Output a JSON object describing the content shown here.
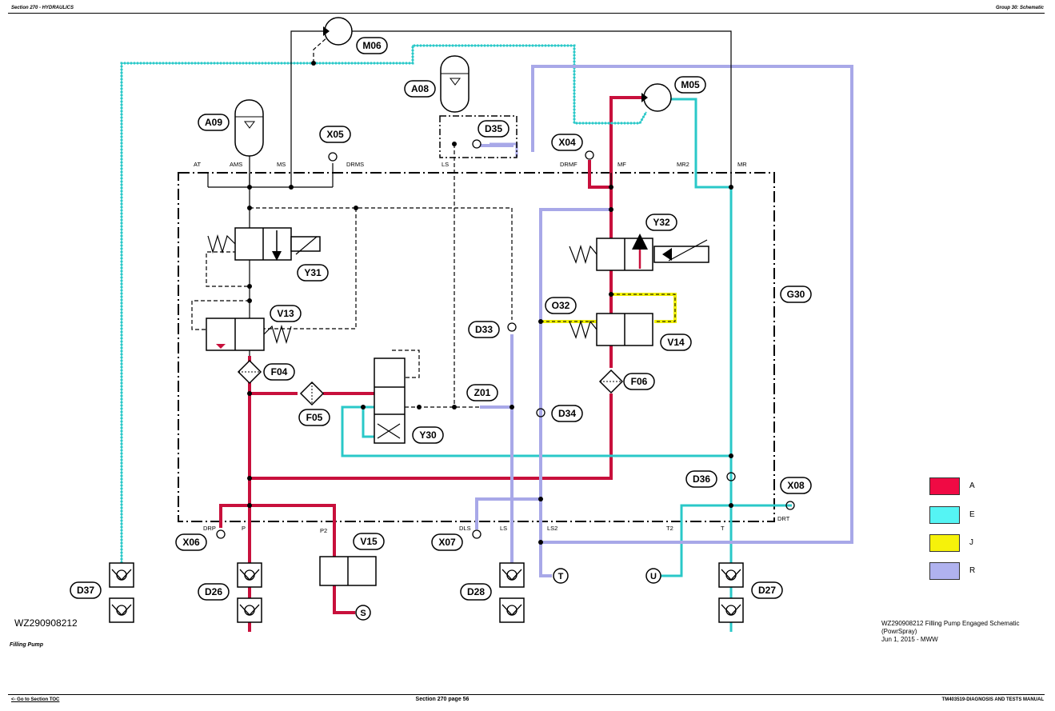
{
  "header": {
    "left": "Section 270 - HYDRAULICS",
    "right": "Group 30: Schematic"
  },
  "footer": {
    "toc_link": "<- Go to Section TOC",
    "page": "Section 270 page 56",
    "manual": "TM403519-DIAGNOSIS AND TESTS MANUAL"
  },
  "caption": "Filling Pump",
  "figure_id": "WZ290908212",
  "note": {
    "line1": "WZ290908212 Filling Pump Engaged Schematic (PowrSpray)",
    "line2": "Jun 1, 2015 - MWW"
  },
  "colors": {
    "A": "#c8103c",
    "E": "#2ac8c8",
    "J": "#f0f000",
    "R": "#a8a8e8"
  },
  "legend": [
    {
      "label": "A",
      "color": "#f00a44"
    },
    {
      "label": "E",
      "color": "#55f4f4"
    },
    {
      "label": "J",
      "color": "#f6f20a"
    },
    {
      "label": "R",
      "color": "#b0b2ef"
    }
  ],
  "components": [
    "M06",
    "A08",
    "M05",
    "A09",
    "X05",
    "D35",
    "X04",
    "Y32",
    "Y31",
    "V13",
    "O32",
    "G30",
    "D33",
    "V14",
    "F04",
    "F06",
    "Z01",
    "F05",
    "D34",
    "Y30",
    "D36",
    "X08",
    "V15",
    "X06",
    "X07",
    "D37",
    "D26",
    "D28",
    "D27"
  ],
  "terminals": [
    "T",
    "U",
    "S"
  ],
  "ports": [
    "AT",
    "AMS",
    "MS",
    "DRMS",
    "LS",
    "DRMF",
    "MF",
    "MR2",
    "MR",
    "DRP",
    "P",
    "P2",
    "DLS",
    "LS",
    "LS2",
    "T2",
    "T",
    "DRT"
  ]
}
